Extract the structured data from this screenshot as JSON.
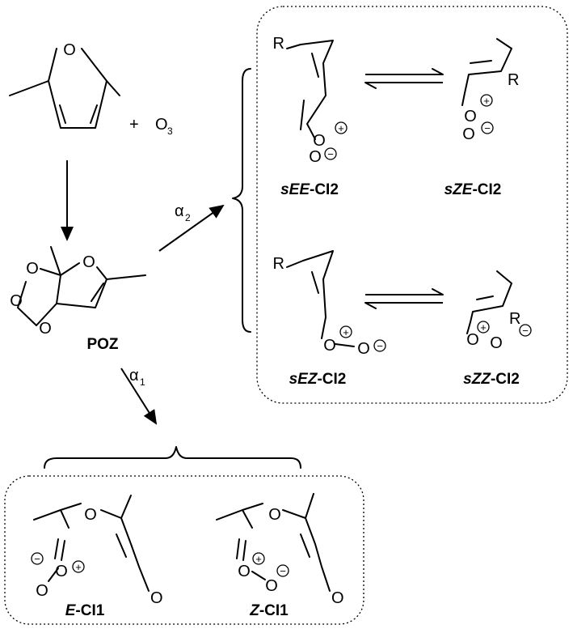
{
  "reactants": {
    "ozone": "O",
    "ozone_sub": "3",
    "plus": "+"
  },
  "atoms": {
    "O": "O",
    "R": "R"
  },
  "labels": {
    "poz": "POZ",
    "sEE": {
      "prefix": "sEE",
      "suffix": "-CI2"
    },
    "sZE": {
      "prefix": "sZE",
      "suffix": "-CI2"
    },
    "sEZ": {
      "prefix": "sEZ",
      "suffix": "-CI2"
    },
    "sZZ": {
      "prefix": "sZZ",
      "suffix": "-CI2"
    },
    "E_CI1": {
      "prefix": "E",
      "suffix": "-CI1"
    },
    "Z_CI1": {
      "prefix": "Z",
      "suffix": "-CI1"
    }
  },
  "pathways": {
    "alpha2": {
      "symbol": "α",
      "sub": "2"
    },
    "alpha1": {
      "symbol": "α",
      "sub": "1"
    }
  },
  "charges": {
    "plus": "+",
    "minus": "−"
  }
}
